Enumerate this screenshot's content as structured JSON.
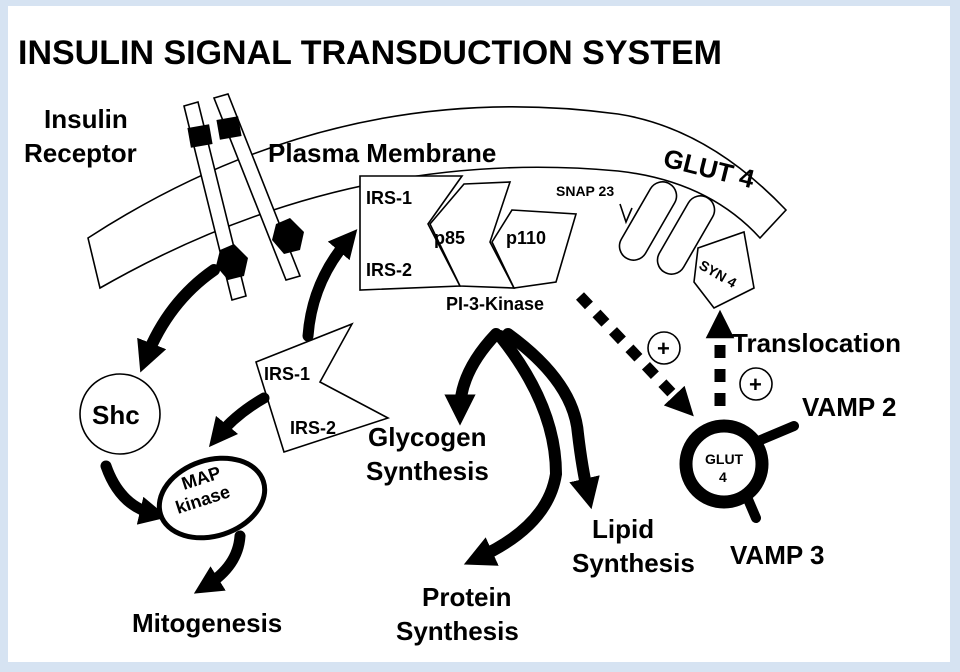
{
  "title": "INSULIN SIGNAL TRANSDUCTION SYSTEM",
  "labels": {
    "insulin_receptor_line1": "Insulin",
    "insulin_receptor_line2": "Receptor",
    "plasma_membrane": "Plasma Membrane",
    "glut4": "GLUT 4",
    "snap23": "SNAP 23",
    "syn4": "SYN 4",
    "irs1_top": "IRS-1",
    "irs2_top": "IRS-2",
    "p85": "p85",
    "p110": "p110",
    "pi3_kinase": "PI-3-Kinase",
    "translocation": "Translocation",
    "plus": "+",
    "vamp2": "VAMP 2",
    "vamp3": "VAMP 3",
    "glut_vesicle_line1": "GLUT",
    "glut_vesicle_line2": "4",
    "shc": "Shc",
    "irs1_lower": "IRS-1",
    "irs2_lower": "IRS-2",
    "map_kinase_line1": "MAP",
    "map_kinase_line2": "kinase",
    "glycogen_line1": "Glycogen",
    "glycogen_line2": "Synthesis",
    "lipid_line1": "Lipid",
    "lipid_line2": "Synthesis",
    "protein_line1": "Protein",
    "protein_line2": "Synthesis",
    "mitogenesis": "Mitogenesis"
  }
}
